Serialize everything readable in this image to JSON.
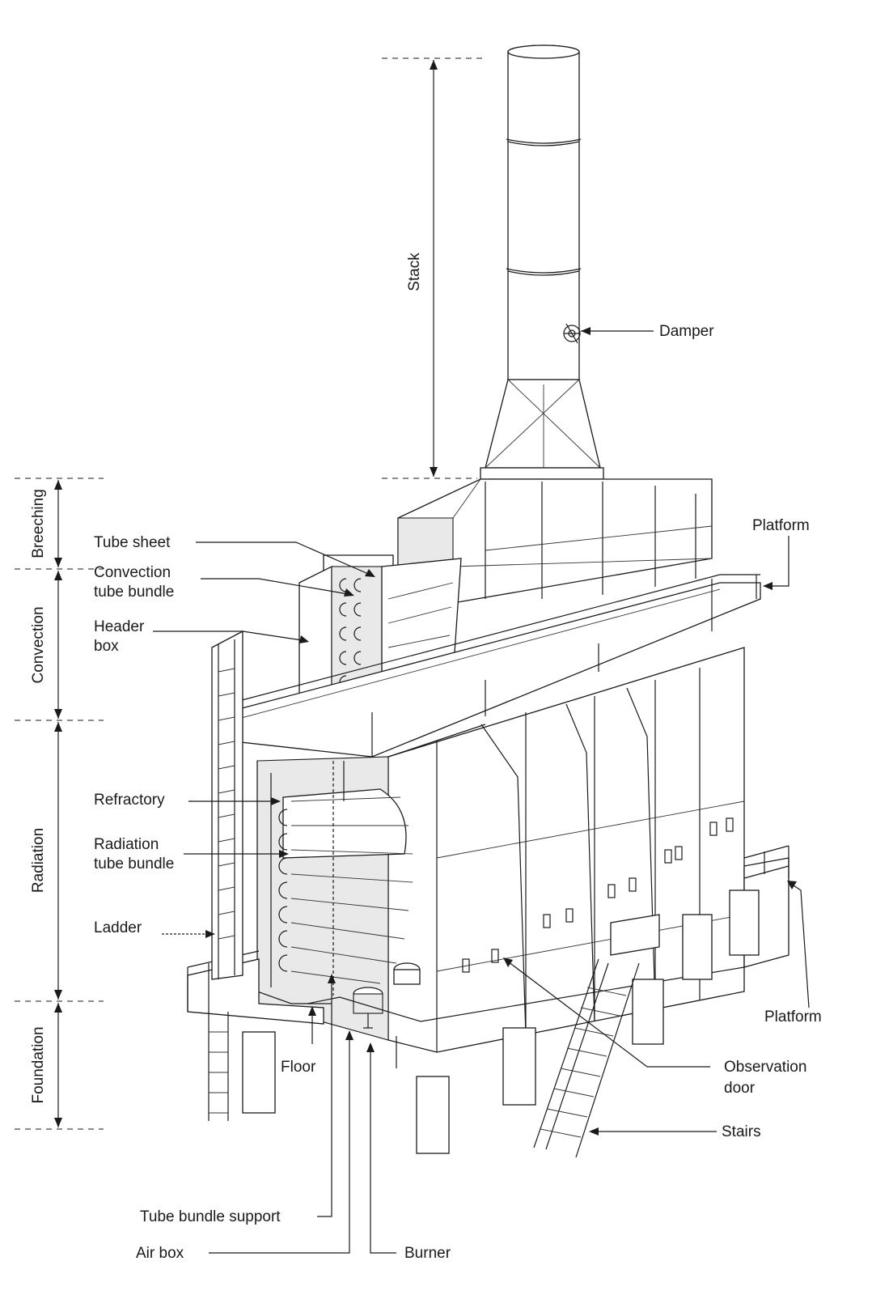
{
  "sections": {
    "stack": "Stack",
    "breeching": "Breeching",
    "convection": "Convection",
    "radiation": "Radiation",
    "foundation": "Foundation"
  },
  "labels": {
    "damper": "Damper",
    "platform_top": "Platform",
    "tube_sheet": "Tube sheet",
    "convection_tube_bundle_1": "Convection",
    "convection_tube_bundle_2": "tube bundle",
    "header_box_1": "Header",
    "header_box_2": "box",
    "refractory": "Refractory",
    "radiation_tube_bundle_1": "Radiation",
    "radiation_tube_bundle_2": "tube bundle",
    "ladder": "Ladder",
    "platform_bottom": "Platform",
    "floor": "Floor",
    "observation_door_1": "Observation",
    "observation_door_2": "door",
    "stairs": "Stairs",
    "tube_bundle_support": "Tube bundle support",
    "air_box": "Air box",
    "burner": "Burner"
  }
}
